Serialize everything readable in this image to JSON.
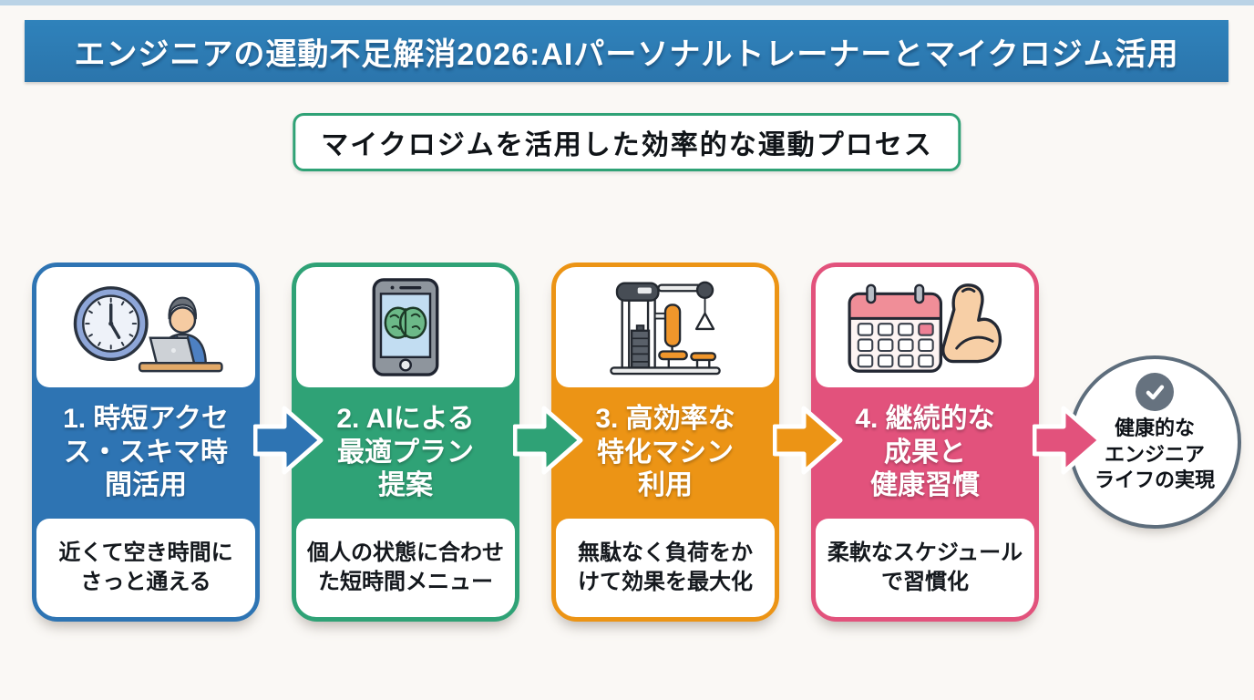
{
  "header": {
    "title": "エンジニアの運動不足解消2026:AIパーソナルトレーナーとマイクロジム活用",
    "bg_color": "#2d7cb5",
    "text_color": "#ffffff"
  },
  "subtitle": {
    "text": "マイクロジムを活用した効率的な運動プロセス",
    "border_color": "#2fa276"
  },
  "process": {
    "steps": [
      {
        "title": "1. 時短アクセ\nス・スキマ時\n間活用",
        "description": "近くて空き時間に\nさっと通える",
        "color": "#2e74b3",
        "icon": "clock-and-engineer-at-laptop"
      },
      {
        "title": "2. AIによる\n最適プラン\n提案",
        "description": "個人の状態に合わせ\nた短時間メニュー",
        "color": "#2fa276",
        "icon": "smartphone-ai-brain"
      },
      {
        "title": "3. 高効率な\n特化マシン\n利用",
        "description": "無駄なく負荷をか\nけて効果を最大化",
        "color": "#ec9415",
        "icon": "gym-cable-machine"
      },
      {
        "title": "4. 継続的な\n成果と\n健康習慣",
        "description": "柔軟なスケジュール\nで習慣化",
        "color": "#e2527c",
        "icon": "calendar-and-flexed-arm"
      }
    ],
    "arrow_colors": [
      "#2e74b3",
      "#2fa276",
      "#ec9415",
      "#e2527c"
    ]
  },
  "goal": {
    "text": "健康的な\nエンジニア\nライフの実現",
    "border_color": "#5d6d7c",
    "check_icon": "checkmark-circle",
    "check_color": "#66727f"
  }
}
